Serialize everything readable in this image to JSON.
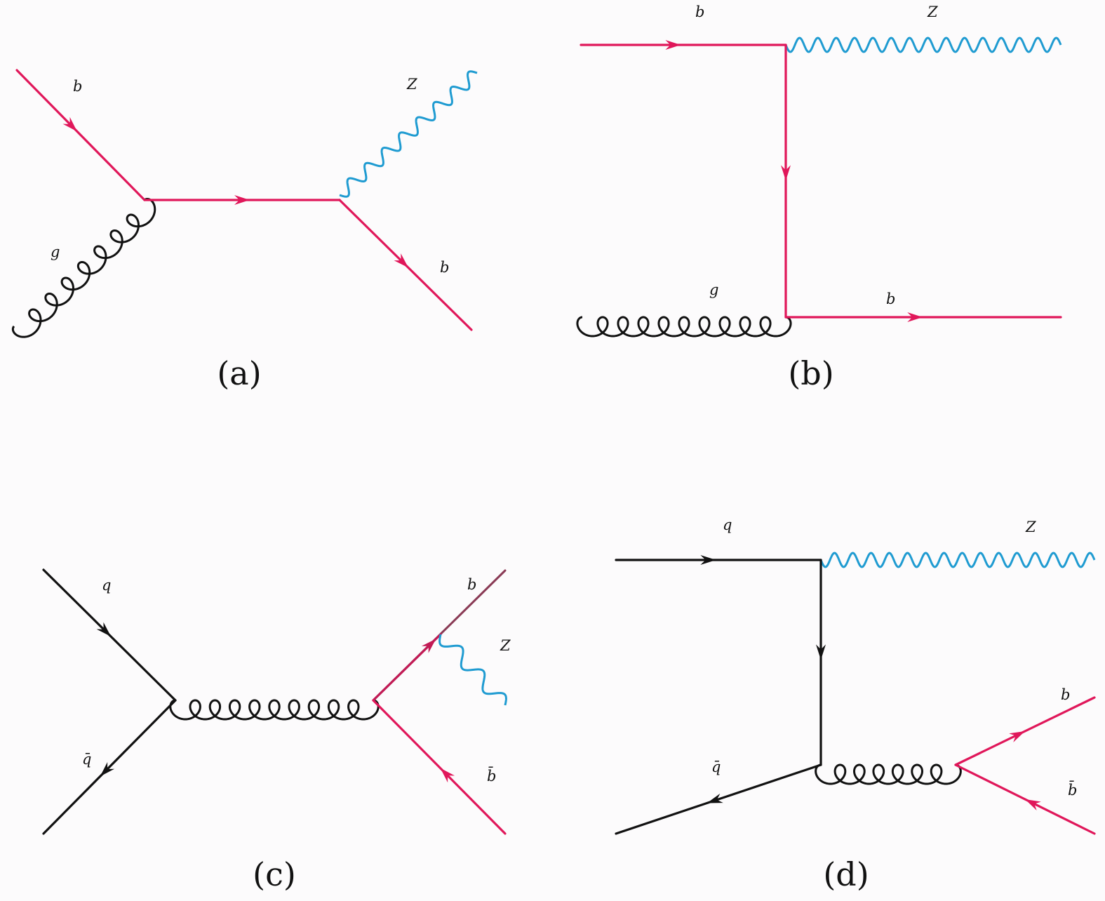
{
  "colors": {
    "quark_b": "#e0175a",
    "quark_light": "#111111",
    "gluon": "#111111",
    "boson_z": "#1f9bd1",
    "text": "#111111"
  },
  "diagrams": {
    "a": {
      "caption": "(a)",
      "labels": {
        "b_in": "b",
        "g_in": "g",
        "z_out": "Z",
        "b_out": "b"
      }
    },
    "b": {
      "caption": "(b)",
      "labels": {
        "b_in": "b",
        "z_out": "Z",
        "g_in": "g",
        "b_out": "b"
      }
    },
    "c": {
      "caption": "(c)",
      "labels": {
        "q_in": "q",
        "qbar_in": "q̄",
        "b_out": "b",
        "z_out": "Z",
        "bbar_out": "b̄"
      }
    },
    "d": {
      "caption": "(d)",
      "labels": {
        "q_in": "q",
        "z_out": "Z",
        "qbar_in": "q̄",
        "b_out": "b",
        "bbar_out": "b̄"
      }
    }
  }
}
